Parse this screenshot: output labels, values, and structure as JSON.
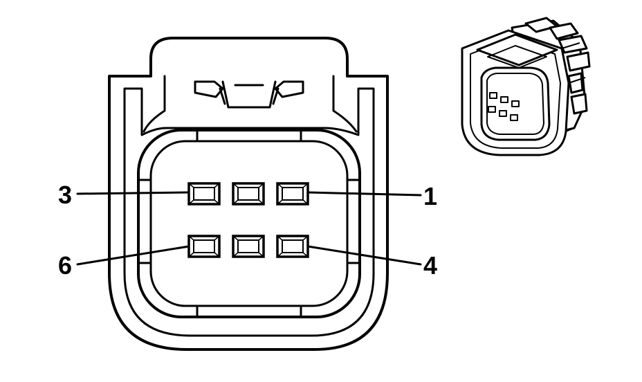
{
  "pins": [
    {
      "label": "3"
    },
    {
      "label": "1"
    },
    {
      "label": "6"
    },
    {
      "label": "4"
    }
  ],
  "icons": {
    "connector_face": "connector-face-view",
    "connector_iso": "connector-isometric-view"
  }
}
